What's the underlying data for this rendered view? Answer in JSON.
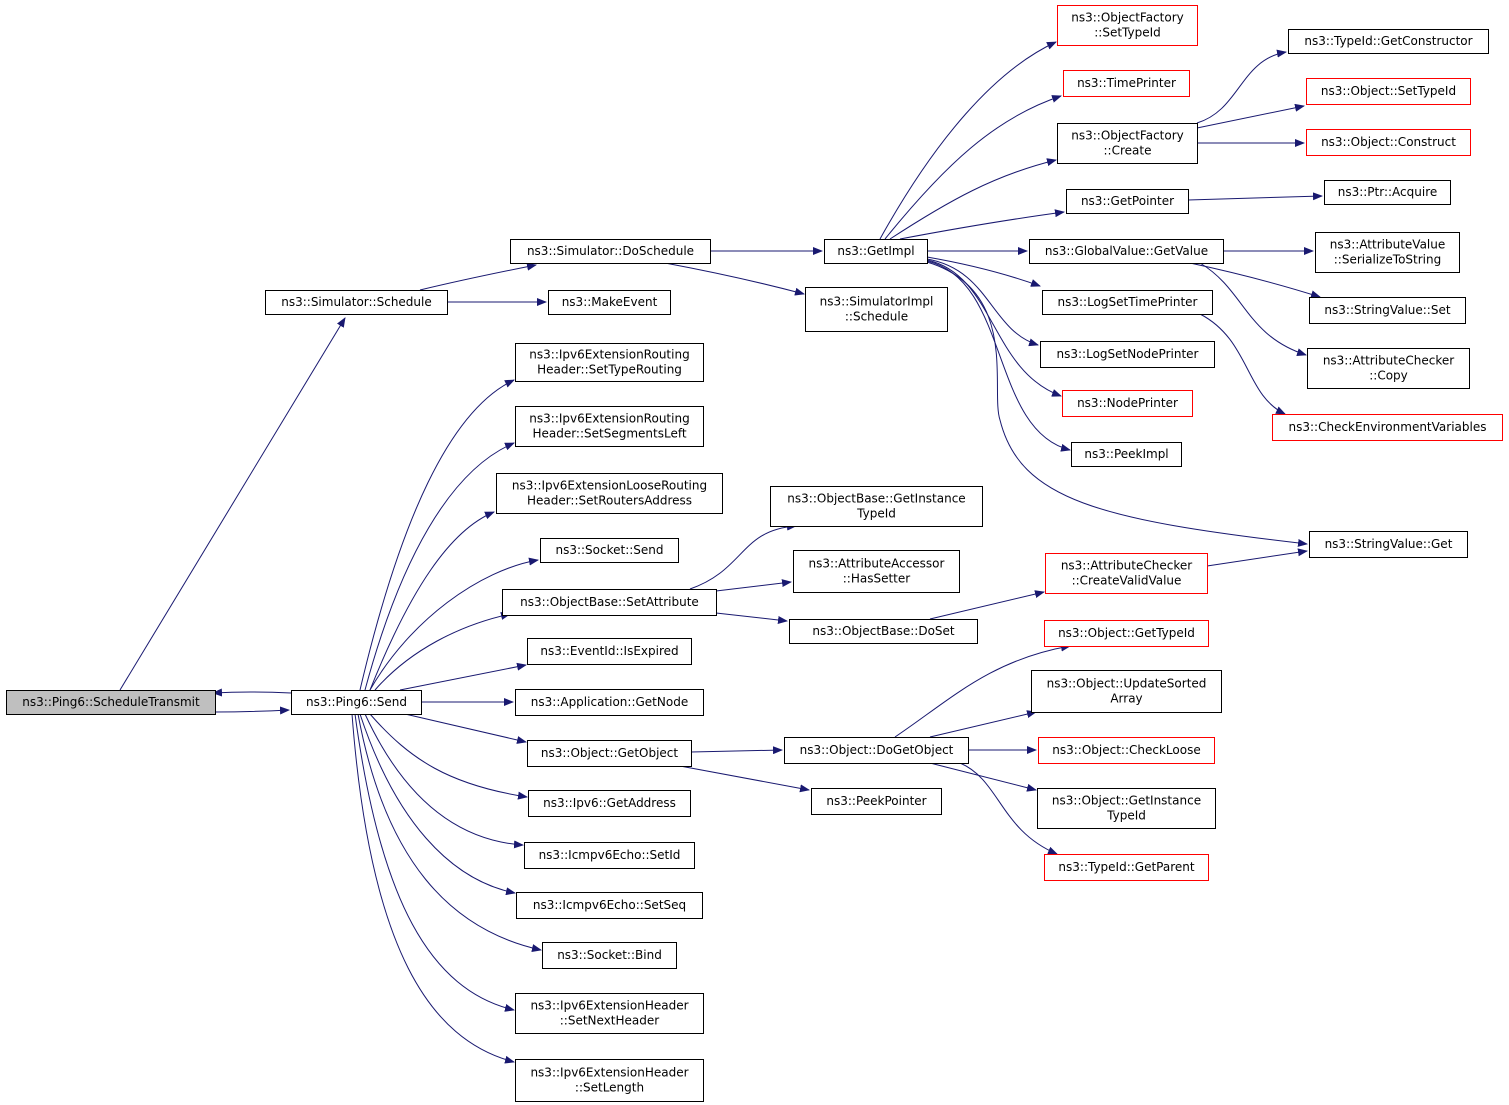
{
  "colors": {
    "edge": "#191970",
    "node_border": "#000000",
    "node_border_truncated": "#ff0000",
    "root_fill": "#bfbfbf",
    "node_fill": "#ffffff"
  },
  "nodes": [
    {
      "id": "root",
      "lines": [
        "ns3::Ping6::ScheduleTransmit"
      ],
      "style": "root"
    },
    {
      "id": "send",
      "lines": [
        "ns3::Ping6::Send"
      ],
      "style": "normal"
    },
    {
      "id": "sched",
      "lines": [
        "ns3::Simulator::Schedule"
      ],
      "style": "normal"
    },
    {
      "id": "dosched",
      "lines": [
        "ns3::Simulator::DoSchedule"
      ],
      "style": "normal"
    },
    {
      "id": "makeevent",
      "lines": [
        "ns3::MakeEvent"
      ],
      "style": "normal"
    },
    {
      "id": "getimpl",
      "lines": [
        "ns3::GetImpl"
      ],
      "style": "normal"
    },
    {
      "id": "simimplsched",
      "lines": [
        "ns3::SimulatorImpl",
        "::Schedule"
      ],
      "style": "normal"
    },
    {
      "id": "ofsettypeid",
      "lines": [
        "ns3::ObjectFactory",
        "::SetTypeId"
      ],
      "style": "truncated"
    },
    {
      "id": "timeprinter",
      "lines": [
        "ns3::TimePrinter"
      ],
      "style": "truncated"
    },
    {
      "id": "ofcreate",
      "lines": [
        "ns3::ObjectFactory",
        "::Create"
      ],
      "style": "normal"
    },
    {
      "id": "getpointer",
      "lines": [
        "ns3::GetPointer"
      ],
      "style": "normal"
    },
    {
      "id": "gvgetvalue",
      "lines": [
        "ns3::GlobalValue::GetValue"
      ],
      "style": "normal"
    },
    {
      "id": "logsettime",
      "lines": [
        "ns3::LogSetTimePrinter"
      ],
      "style": "normal"
    },
    {
      "id": "logsetnode",
      "lines": [
        "ns3::LogSetNodePrinter"
      ],
      "style": "normal"
    },
    {
      "id": "nodeprinter",
      "lines": [
        "ns3::NodePrinter"
      ],
      "style": "truncated"
    },
    {
      "id": "peekimpl",
      "lines": [
        "ns3::PeekImpl"
      ],
      "style": "normal"
    },
    {
      "id": "tidgetctor",
      "lines": [
        "ns3::TypeId::GetConstructor"
      ],
      "style": "normal"
    },
    {
      "id": "objsettypeid",
      "lines": [
        "ns3::Object::SetTypeId"
      ],
      "style": "truncated"
    },
    {
      "id": "objconstruct",
      "lines": [
        "ns3::Object::Construct"
      ],
      "style": "truncated"
    },
    {
      "id": "ptracquire",
      "lines": [
        "ns3::Ptr::Acquire"
      ],
      "style": "normal"
    },
    {
      "id": "avserialize",
      "lines": [
        "ns3::AttributeValue",
        "::SerializeToString"
      ],
      "style": "normal"
    },
    {
      "id": "svset",
      "lines": [
        "ns3::StringValue::Set"
      ],
      "style": "normal"
    },
    {
      "id": "accopy",
      "lines": [
        "ns3::AttributeChecker",
        "::Copy"
      ],
      "style": "normal"
    },
    {
      "id": "checkenv",
      "lines": [
        "ns3::CheckEnvironmentVariables"
      ],
      "style": "truncated"
    },
    {
      "id": "svget",
      "lines": [
        "ns3::StringValue::Get"
      ],
      "style": "normal"
    },
    {
      "id": "settyperouting",
      "lines": [
        "ns3::Ipv6ExtensionRouting",
        "Header::SetTypeRouting"
      ],
      "style": "normal"
    },
    {
      "id": "setsegleft",
      "lines": [
        "ns3::Ipv6ExtensionRouting",
        "Header::SetSegmentsLeft"
      ],
      "style": "normal"
    },
    {
      "id": "setrouters",
      "lines": [
        "ns3::Ipv6ExtensionLooseRouting",
        "Header::SetRoutersAddress"
      ],
      "style": "normal"
    },
    {
      "id": "socksend",
      "lines": [
        "ns3::Socket::Send"
      ],
      "style": "normal"
    },
    {
      "id": "obsetattr",
      "lines": [
        "ns3::ObjectBase::SetAttribute"
      ],
      "style": "normal"
    },
    {
      "id": "obgetinst",
      "lines": [
        "ns3::ObjectBase::GetInstance",
        "TypeId"
      ],
      "style": "normal"
    },
    {
      "id": "aahassetter",
      "lines": [
        "ns3::AttributeAccessor",
        "::HasSetter"
      ],
      "style": "normal"
    },
    {
      "id": "obdoset",
      "lines": [
        "ns3::ObjectBase::DoSet"
      ],
      "style": "normal"
    },
    {
      "id": "accreatevalid",
      "lines": [
        "ns3::AttributeChecker",
        "::CreateValidValue"
      ],
      "style": "truncated"
    },
    {
      "id": "isexpired",
      "lines": [
        "ns3::EventId::IsExpired"
      ],
      "style": "normal"
    },
    {
      "id": "appgetnode",
      "lines": [
        "ns3::Application::GetNode"
      ],
      "style": "normal"
    },
    {
      "id": "objgetobject",
      "lines": [
        "ns3::Object::GetObject"
      ],
      "style": "normal"
    },
    {
      "id": "objdogetobject",
      "lines": [
        "ns3::Object::DoGetObject"
      ],
      "style": "normal"
    },
    {
      "id": "peekpointer",
      "lines": [
        "ns3::PeekPointer"
      ],
      "style": "normal"
    },
    {
      "id": "objgettypeid",
      "lines": [
        "ns3::Object::GetTypeId"
      ],
      "style": "truncated"
    },
    {
      "id": "objupdsorted",
      "lines": [
        "ns3::Object::UpdateSorted",
        "Array"
      ],
      "style": "normal"
    },
    {
      "id": "objcheckloose",
      "lines": [
        "ns3::Object::CheckLoose"
      ],
      "style": "truncated"
    },
    {
      "id": "objgetinst",
      "lines": [
        "ns3::Object::GetInstance",
        "TypeId"
      ],
      "style": "normal"
    },
    {
      "id": "tidgetparent",
      "lines": [
        "ns3::TypeId::GetParent"
      ],
      "style": "truncated"
    },
    {
      "id": "ipv6getaddr",
      "lines": [
        "ns3::Ipv6::GetAddress"
      ],
      "style": "normal"
    },
    {
      "id": "echosetid",
      "lines": [
        "ns3::Icmpv6Echo::SetId"
      ],
      "style": "normal"
    },
    {
      "id": "echosetseq",
      "lines": [
        "ns3::Icmpv6Echo::SetSeq"
      ],
      "style": "normal"
    },
    {
      "id": "sockbind",
      "lines": [
        "ns3::Socket::Bind"
      ],
      "style": "normal"
    },
    {
      "id": "extsetnext",
      "lines": [
        "ns3::Ipv6ExtensionHeader",
        "::SetNextHeader"
      ],
      "style": "normal"
    },
    {
      "id": "extsetlen",
      "lines": [
        "ns3::Ipv6ExtensionHeader",
        "::SetLength"
      ],
      "style": "normal"
    }
  ]
}
